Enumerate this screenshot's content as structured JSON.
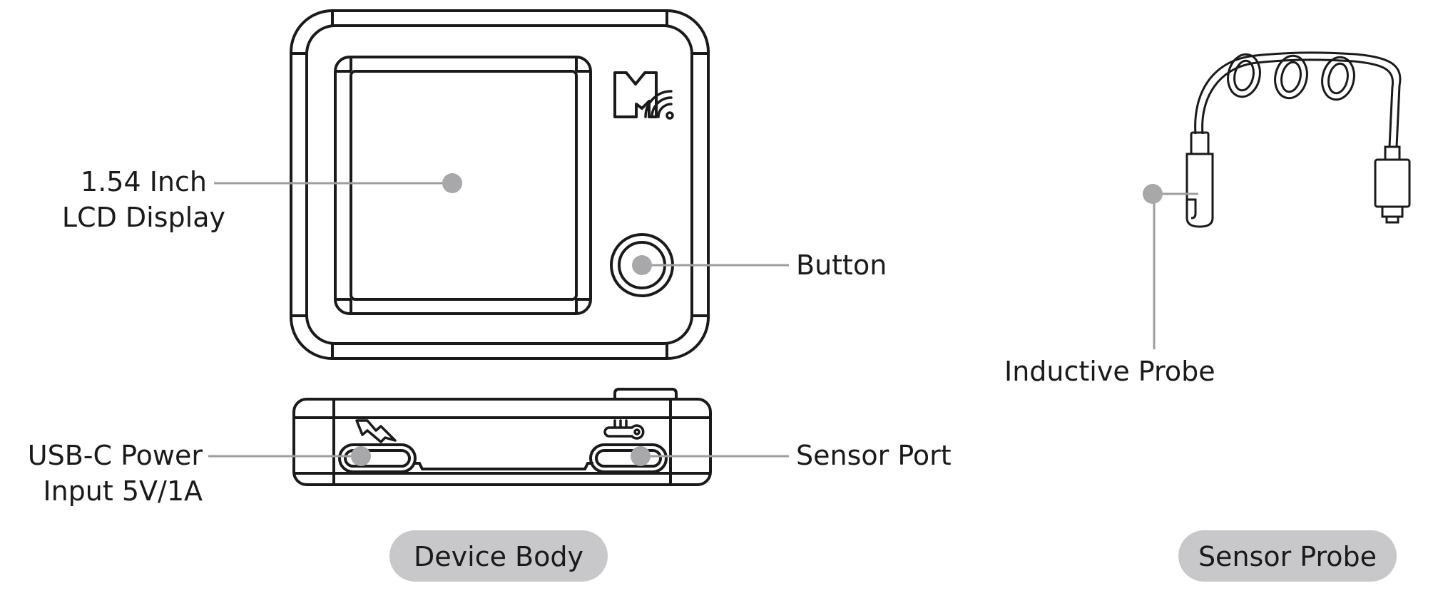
{
  "labels": {
    "lcd_line1": "1.54 Inch",
    "lcd_line2": "LCD Display",
    "button": "Button",
    "usb_line1": "USB-C Power",
    "usb_line2": "Input 5V/1A",
    "sensor_port": "Sensor Port",
    "inductive_probe": "Inductive Probe"
  },
  "sections": {
    "device_body": "Device Body",
    "sensor_probe": "Sensor Probe"
  },
  "logo": {
    "letter": "M",
    "icon": "wireless-signal-icon"
  },
  "icons": {
    "power": "lightning-bolt-icon",
    "sensor": "thermometer-icon"
  },
  "colors": {
    "stroke": "#1a1a1a",
    "leader": "#9e9e9e",
    "dot": "#a8a8aa",
    "pill": "#c8c8ca"
  }
}
